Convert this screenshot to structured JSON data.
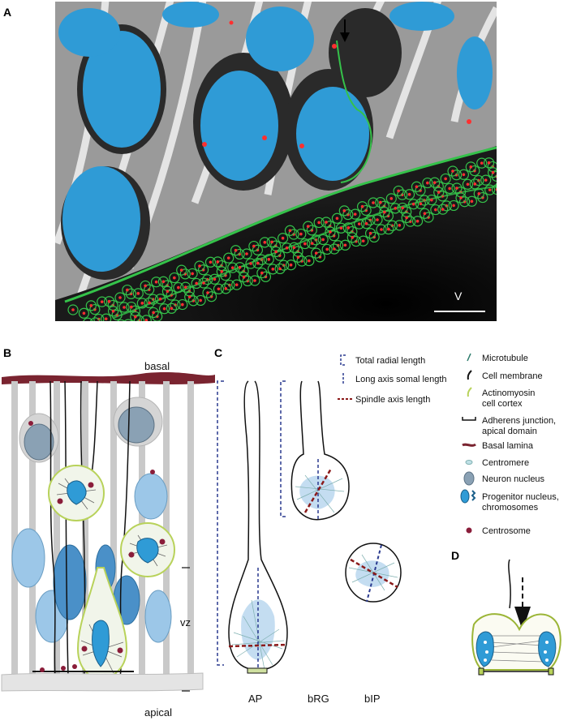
{
  "panels": {
    "a": {
      "letter": "A",
      "ventricle_label": "V"
    },
    "b": {
      "letter": "B",
      "basal_label": "basal",
      "apical_label": "apical",
      "vz_label": "vz"
    },
    "c": {
      "letter": "C",
      "measure_legend": [
        {
          "text": "Total radial length",
          "style": "bracket"
        },
        {
          "text": "Long axis somal length",
          "style": "blue-dash"
        },
        {
          "text": "Spindle axis length",
          "style": "red-dash"
        }
      ],
      "cell_labels": [
        "AP",
        "bRG",
        "bIP"
      ]
    },
    "d": {
      "letter": "D"
    }
  },
  "legend": [
    {
      "lines": [
        "Microtubule"
      ],
      "icon": "microtubule-icon"
    },
    {
      "lines": [
        "Cell membrane"
      ],
      "icon": "cell-membrane-icon"
    },
    {
      "lines": [
        "Actinomyosin",
        "cell cortex"
      ],
      "icon": "actinomyosin-icon"
    },
    {
      "lines": [
        "Adherens junction,",
        "apical domain"
      ],
      "icon": "adherens-junction-icon"
    },
    {
      "lines": [
        "Basal lamina"
      ],
      "icon": "basal-lamina-icon"
    },
    {
      "lines": [
        "Centromere"
      ],
      "icon": "centromere-icon"
    },
    {
      "lines": [
        "Neuron nucleus"
      ],
      "icon": "neuron-nucleus-icon"
    },
    {
      "lines": [
        "Progenitor nucleus,",
        "chromosomes"
      ],
      "icon": "progenitor-nucleus-icon"
    },
    {
      "lines": [
        "Centrosome"
      ],
      "icon": "centrosome-icon"
    }
  ],
  "colors": {
    "nucleus_blue": "#2f9bd6",
    "neuron_gray": "#8aa1b4",
    "progenitor_light": "#9cc7e8",
    "progenitor_mid": "#4a90c8",
    "membrane_green": "#35c24a",
    "centrosome_red": "#8a1d3a",
    "basal_lamina": "#7a2430",
    "spindle_red": "#8b1a1a",
    "axis_blue": "#2a3a8f",
    "cortex_green": "#b8d25a"
  }
}
